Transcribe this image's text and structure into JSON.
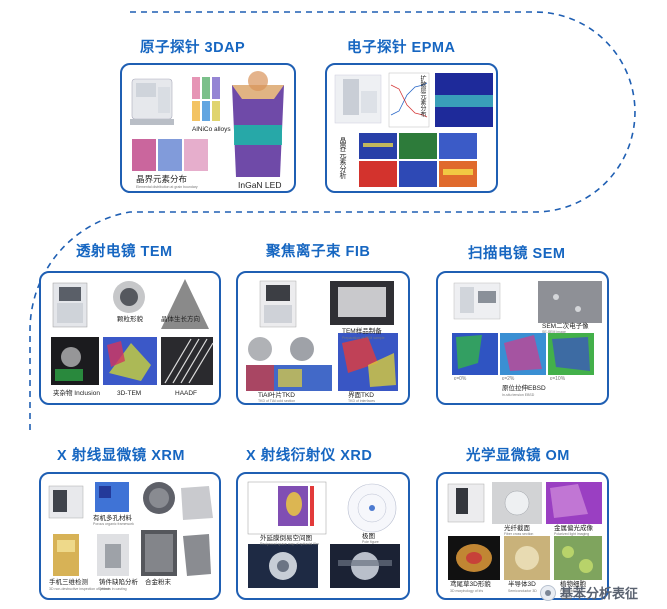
{
  "sections": {
    "apt": {
      "title": "原子探针 3DAP",
      "captions": {
        "alloy": "AlNiCo alloys",
        "grain": "晶界元素分布",
        "grain_sub": "Elemental distribution at grain boundary",
        "led": "InGaN LED"
      }
    },
    "epma": {
      "title": "电子探针 EPMA",
      "captions": {
        "distribution": "扩散层元素分布",
        "mapping": "晶界元素分析"
      }
    },
    "tem": {
      "title": "透射电镜 TEM",
      "captions": {
        "shape": "颗粒形貌",
        "direction": "晶体生长方向",
        "inclusion": "夹杂物 Inclusion",
        "tem3d": "3D-TEM",
        "haadf": "HAADF"
      }
    },
    "fib": {
      "title": "聚焦离子束 FIB",
      "captions": {
        "sample": "TEM样品制备",
        "sample_sub": "Preparation of TEM sample",
        "tkd": "TiAl叶片TKD",
        "tkd_sub": "TKD of TiAl cold section",
        "tkd2": "界面TKD",
        "tkd2_sub": "TKD of interfaces"
      }
    },
    "sem": {
      "title": "扫描电镜 SEM",
      "captions": {
        "se": "SEM二次电子像",
        "se_sub": "SE-SEM image",
        "ebsd": "原位拉伸EBSD",
        "ebsd_sub": "In-situ tension EBSD",
        "p1": "ε=0%",
        "p2": "ε=2%",
        "p3": "ε=10%"
      }
    },
    "xrm": {
      "title": "X 射线显微镜 XRM",
      "captions": {
        "porous": "有机多孔材料",
        "porous_sub": "Porous organic framework",
        "phone": "手机三维检测",
        "phone_sub": "3D non-destructive inspection of phone",
        "pressure": "铸件缺陷分析",
        "pressure_sub": "Defects in casting",
        "alloy": "合金粉末"
      }
    },
    "xrd": {
      "title": "X 射线衍射仪 XRD",
      "captions": {
        "diffraction": "外延膜倒易空间图",
        "diffraction_sub": "Reciprocal space map of epitaxial film",
        "pole": "极图",
        "pole_sub": "Pole figure"
      }
    },
    "om": {
      "title": "光学显微镜 OM",
      "captions": {
        "crystal": "光纤截面",
        "crystal_sub": "Fiber cross section",
        "polar": "金属偏光成像",
        "polar_sub": "Polarized light imaging",
        "bio": "鸢尾草3D形貌",
        "bio_sub": "3D morphology of iris",
        "cell": "半导体3D",
        "cell_sub": "Semiconductor 3D",
        "fibre": "植物细胞",
        "fibre_sub": "Plant cells"
      }
    }
  },
  "footer": {
    "brand": "基苯分析表征"
  },
  "colors": {
    "accent": "#1f5fb3",
    "title": "#1666c1",
    "dash": "#1f5fb3"
  }
}
